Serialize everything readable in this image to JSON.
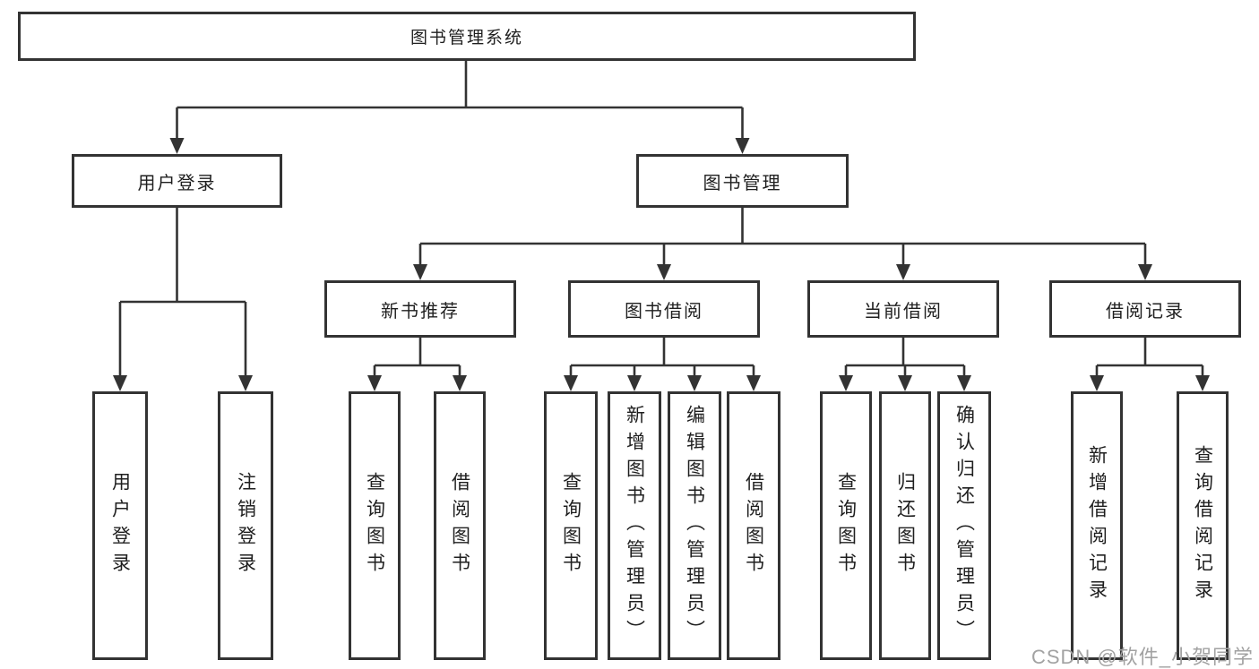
{
  "colors": {
    "line": "#333333",
    "border": "#333333",
    "text": "#1f1f1f",
    "watermark": "#a2a2a2",
    "background": "#ffffff"
  },
  "watermark": {
    "text": "CSDN @软件_小贺同学"
  },
  "tree": {
    "root": {
      "label": "图书管理系统",
      "children": [
        {
          "label": "用户登录",
          "children": [
            {
              "label": "用户登录"
            },
            {
              "label": "注销登录"
            }
          ]
        },
        {
          "label": "图书管理",
          "children": [
            {
              "label": "新书推荐",
              "children": [
                {
                  "label": "查询图书"
                },
                {
                  "label": "借阅图书"
                }
              ]
            },
            {
              "label": "图书借阅",
              "children": [
                {
                  "label": "查询图书"
                },
                {
                  "label": "新增图书（管理员）"
                },
                {
                  "label": "编辑图书（管理员）"
                },
                {
                  "label": "借阅图书"
                }
              ]
            },
            {
              "label": "当前借阅",
              "children": [
                {
                  "label": "查询图书"
                },
                {
                  "label": "归还图书"
                },
                {
                  "label": "确认归还（管理员）"
                }
              ]
            },
            {
              "label": "借阅记录",
              "children": [
                {
                  "label": "新增借阅记录"
                },
                {
                  "label": "查询借阅记录"
                }
              ]
            }
          ]
        }
      ]
    }
  }
}
